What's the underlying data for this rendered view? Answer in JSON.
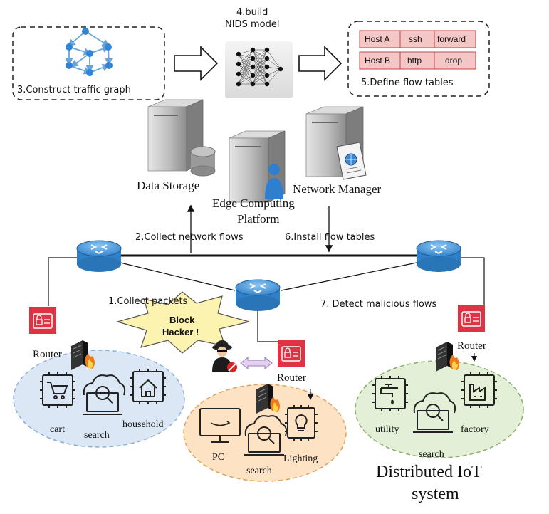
{
  "steps": {
    "collect_packets": "1.Collect packets",
    "collect_flows": "2.Collect network flows",
    "construct_graph": "3.Construct traffic graph",
    "build_model_line1": "4.build",
    "build_model_line2": "NIDS model",
    "define_tables": "5.Define flow tables",
    "install_tables": "6.Install flow tables",
    "detect_flows": "7. Detect malicious flows"
  },
  "flow_table": {
    "rows": [
      [
        "Host A",
        "ssh",
        "forward"
      ],
      [
        "Host B",
        "http",
        "drop"
      ]
    ]
  },
  "servers": {
    "data_storage": "Data Storage",
    "edge_line1": "Edge Computing",
    "edge_line2": "Platform",
    "network_manager": "Network Manager"
  },
  "alert": {
    "line1": "Block",
    "line2": "Hacker !"
  },
  "clusters": {
    "left": {
      "router": "Router",
      "items": [
        "cart",
        "search",
        "household"
      ]
    },
    "middle": {
      "router": "Router",
      "items": [
        "PC",
        "search",
        "Lighting"
      ]
    },
    "right": {
      "router": "Router",
      "items": [
        "utility",
        "search",
        "factory"
      ]
    }
  },
  "system": {
    "line1": "Distributed IoT",
    "line2": "system"
  },
  "colors": {
    "router_blue": "#3b8fd6",
    "node_blue": "#2f86d8",
    "badge_red": "#dd3344",
    "table_fill": "#f4c6c6",
    "table_border": "#c44",
    "cluster_blue": "#dbe7f5",
    "cluster_orange": "#fde3c4",
    "cluster_green": "#e3efd6",
    "star_yellow": "#fdf3b0"
  }
}
